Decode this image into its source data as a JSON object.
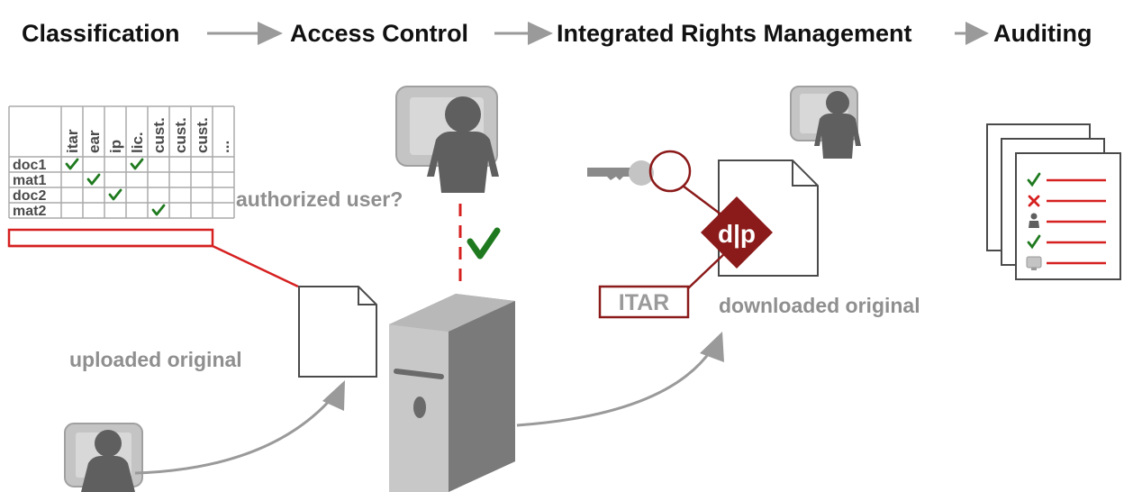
{
  "header": {
    "steps": [
      "Classification",
      "Access Control",
      "Integrated Rights Management",
      "Auditing"
    ]
  },
  "matrix": {
    "columns": [
      "itar",
      "ear",
      "ip",
      "lic.",
      "cust.",
      "cust.",
      "cust.",
      "..."
    ],
    "rows": [
      {
        "label": "doc1",
        "checks": [
          0,
          3
        ]
      },
      {
        "label": "mat1",
        "checks": [
          1
        ]
      },
      {
        "label": "doc2",
        "checks": [
          2
        ]
      },
      {
        "label": "mat2",
        "checks": [
          4
        ]
      }
    ]
  },
  "captions": {
    "authorized_question": "authorized user?",
    "uploaded": "uploaded original",
    "downloaded": "downloaded original",
    "itar_tag": "ITAR",
    "logo_text": "d|p"
  },
  "audit_list": {
    "items": [
      "check-icon",
      "cross-icon",
      "user-icon",
      "check-icon",
      "monitor-icon"
    ]
  },
  "colors": {
    "accent_red": "#8b1a1a",
    "line_red": "#d62020",
    "check_green": "#1f7a1f",
    "gray_dark": "#5f5f5f",
    "gray_mid": "#8f8f8f",
    "gray_light": "#c4c4c4",
    "arrow_gray": "#9a9a9a"
  }
}
